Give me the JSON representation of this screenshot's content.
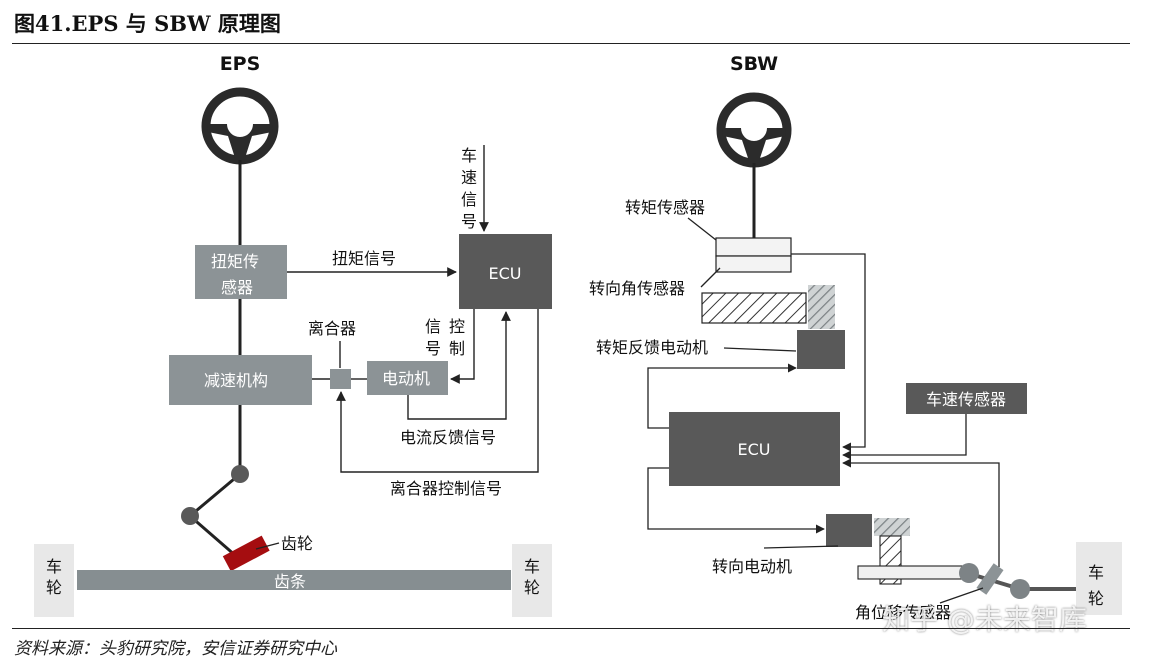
{
  "figure": {
    "title": "图41.EPS 与 SBW 原理图",
    "source": "资料来源：头豹研究院，安信证券研究中心",
    "watermark": "知乎 @未来智库"
  },
  "eps": {
    "heading": "EPS",
    "torque_sensor": [
      "扭矩传",
      "感器"
    ],
    "torque_signal": "扭矩信号",
    "vehicle_speed_signal": [
      "车",
      "速",
      "信",
      "号"
    ],
    "ecu": "ECU",
    "clutch": "离合器",
    "signal": [
      "信",
      "号"
    ],
    "control": [
      "控",
      "制"
    ],
    "reducer": "减速机构",
    "motor": "电动机",
    "current_feedback": "电流反馈信号",
    "clutch_control": "离合器控制信号",
    "gear": "齿轮",
    "rack": "齿条",
    "wheel_left": [
      "车",
      "轮"
    ],
    "wheel_right": [
      "车",
      "轮"
    ]
  },
  "sbw": {
    "heading": "SBW",
    "torque_sensor": "转矩传感器",
    "steering_angle_sensor": "转向角传感器",
    "feedback_motor": "转矩反馈电动机",
    "speed_sensor": "车速传感器",
    "ecu": "ECU",
    "steering_motor": "转向电动机",
    "wheel_angle_sensor": "角位移传感器",
    "wheel": [
      "车",
      "轮"
    ]
  },
  "colors": {
    "dark_box": "#595959",
    "grey_box": "#8c9396",
    "rack": "#868e91",
    "gear": "#a50d10",
    "wheel_box": "#e8e8e8",
    "line": "#222222"
  }
}
